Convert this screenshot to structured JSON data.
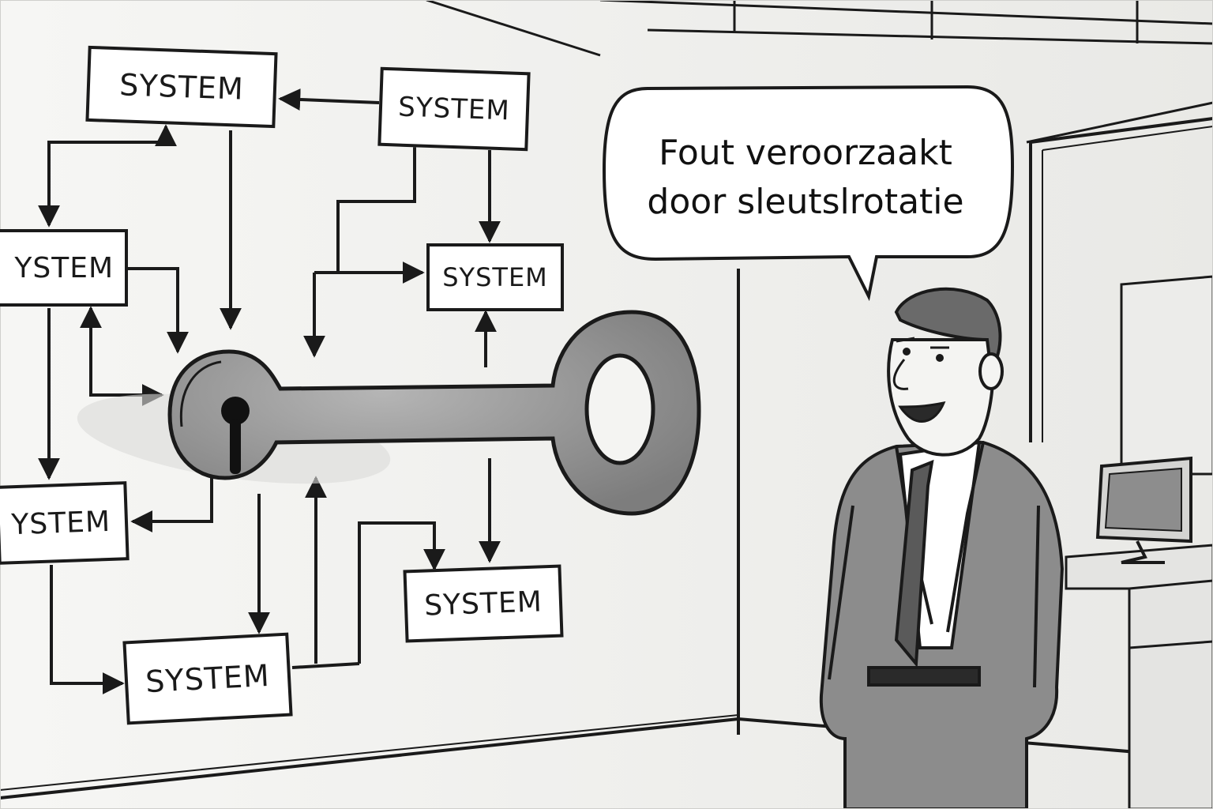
{
  "diagram": {
    "nodes": [
      {
        "id": "n1",
        "label": "SYSTEM"
      },
      {
        "id": "n2",
        "label": "SYSTEM"
      },
      {
        "id": "n3",
        "label": "YSTEM"
      },
      {
        "id": "n4",
        "label": "SYSTEM"
      },
      {
        "id": "n5",
        "label": "YSTEM"
      },
      {
        "id": "n6",
        "label": "SYSTEM"
      },
      {
        "id": "n7",
        "label": "SYSTEM"
      }
    ],
    "center_object": "key-icon"
  },
  "speech_bubble": {
    "line1": "Fout veroorzaakt",
    "line2": "door sleutslrotatie"
  },
  "characters": [
    "businessman-icon"
  ],
  "background_objects": [
    "doorway-icon",
    "monitor-icon",
    "desk-icon"
  ],
  "colors": {
    "ink": "#1a1a1a",
    "paper": "#f4f4f2",
    "key_fill": "#9a9a9a",
    "suit": "#8c8c8c",
    "tie": "#5a5a5a"
  }
}
